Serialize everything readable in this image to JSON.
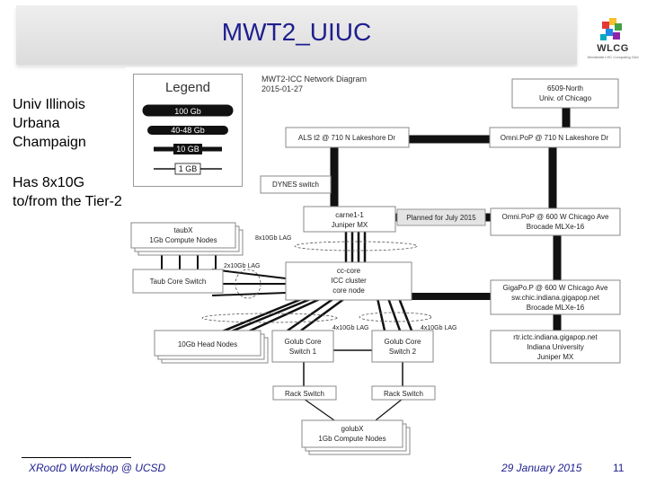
{
  "slide": {
    "title": "MWT2_UIUC",
    "logo_text": "WLCG",
    "logo_subtext": "Worldwide LHC Computing Grid",
    "side_text_1": [
      "Univ Illinois",
      "Urbana",
      "Champaign"
    ],
    "side_text_2": [
      "Has 8x10G",
      "to/from the Tier-2"
    ],
    "footer_left": "XRootD Workshop @ UCSD",
    "footer_date": "29 January 2015",
    "footer_page": "11"
  },
  "diagram": {
    "title": "MWT2-ICC Network Diagram",
    "date": "2015-01-27",
    "legend": {
      "title": "Legend",
      "items": [
        "100 Gb",
        "40-48 Gb",
        "10 GB",
        "1 GB"
      ]
    },
    "nodes": {
      "north": [
        "6509-North",
        "Univ. of Chicago"
      ],
      "als": [
        "ALS t2 @ 710 N Lakeshore Dr"
      ],
      "omnipop_710": [
        "Omni.PoP @ 710 N Lakeshore Dr"
      ],
      "dynes": [
        "DYNES switch"
      ],
      "carne": [
        "carne1-1",
        "Juniper MX"
      ],
      "planned": [
        "Planned for July 2015"
      ],
      "omnipop_600": [
        "Omni.PoP @ 600 W Chicago Ave",
        "Brocade MLXe-16"
      ],
      "taubx": [
        "taubX",
        "1Gb Compute Nodes"
      ],
      "taub_core": [
        "Taub Core Switch"
      ],
      "cc_core": [
        "cc-core",
        "ICC cluster",
        "core node"
      ],
      "gigapop": [
        "GigaPo.P @ 600 W Chicago Ave",
        "sw.chic.indiana.gigapop.net",
        "Brocade MLXe-16"
      ],
      "head": [
        "10Gb Head Nodes"
      ],
      "golub1": [
        "Golub Core",
        "Switch 1"
      ],
      "golub2": [
        "Golub Core",
        "Switch 2"
      ],
      "rtr": [
        "rtr.ictc.indiana.gigapop.net",
        "Indiana University",
        "Juniper MX"
      ],
      "rack1": [
        "Rack Switch"
      ],
      "rack2": [
        "Rack Switch"
      ],
      "golubx": [
        "golubX",
        "1Gb Compute Nodes"
      ]
    },
    "link_labels": {
      "lag_8x10": "8x10Gb LAG",
      "lag_2x10": "2x10Gb LAG",
      "lag_4x10_a": "4x10Gb LAG",
      "lag_4x10_b": "4x10Gb LAG"
    }
  },
  "colors": {
    "title": "#1f1f8f",
    "footer": "#1f1f8f",
    "link": "#111111",
    "node_border": "#888888"
  }
}
